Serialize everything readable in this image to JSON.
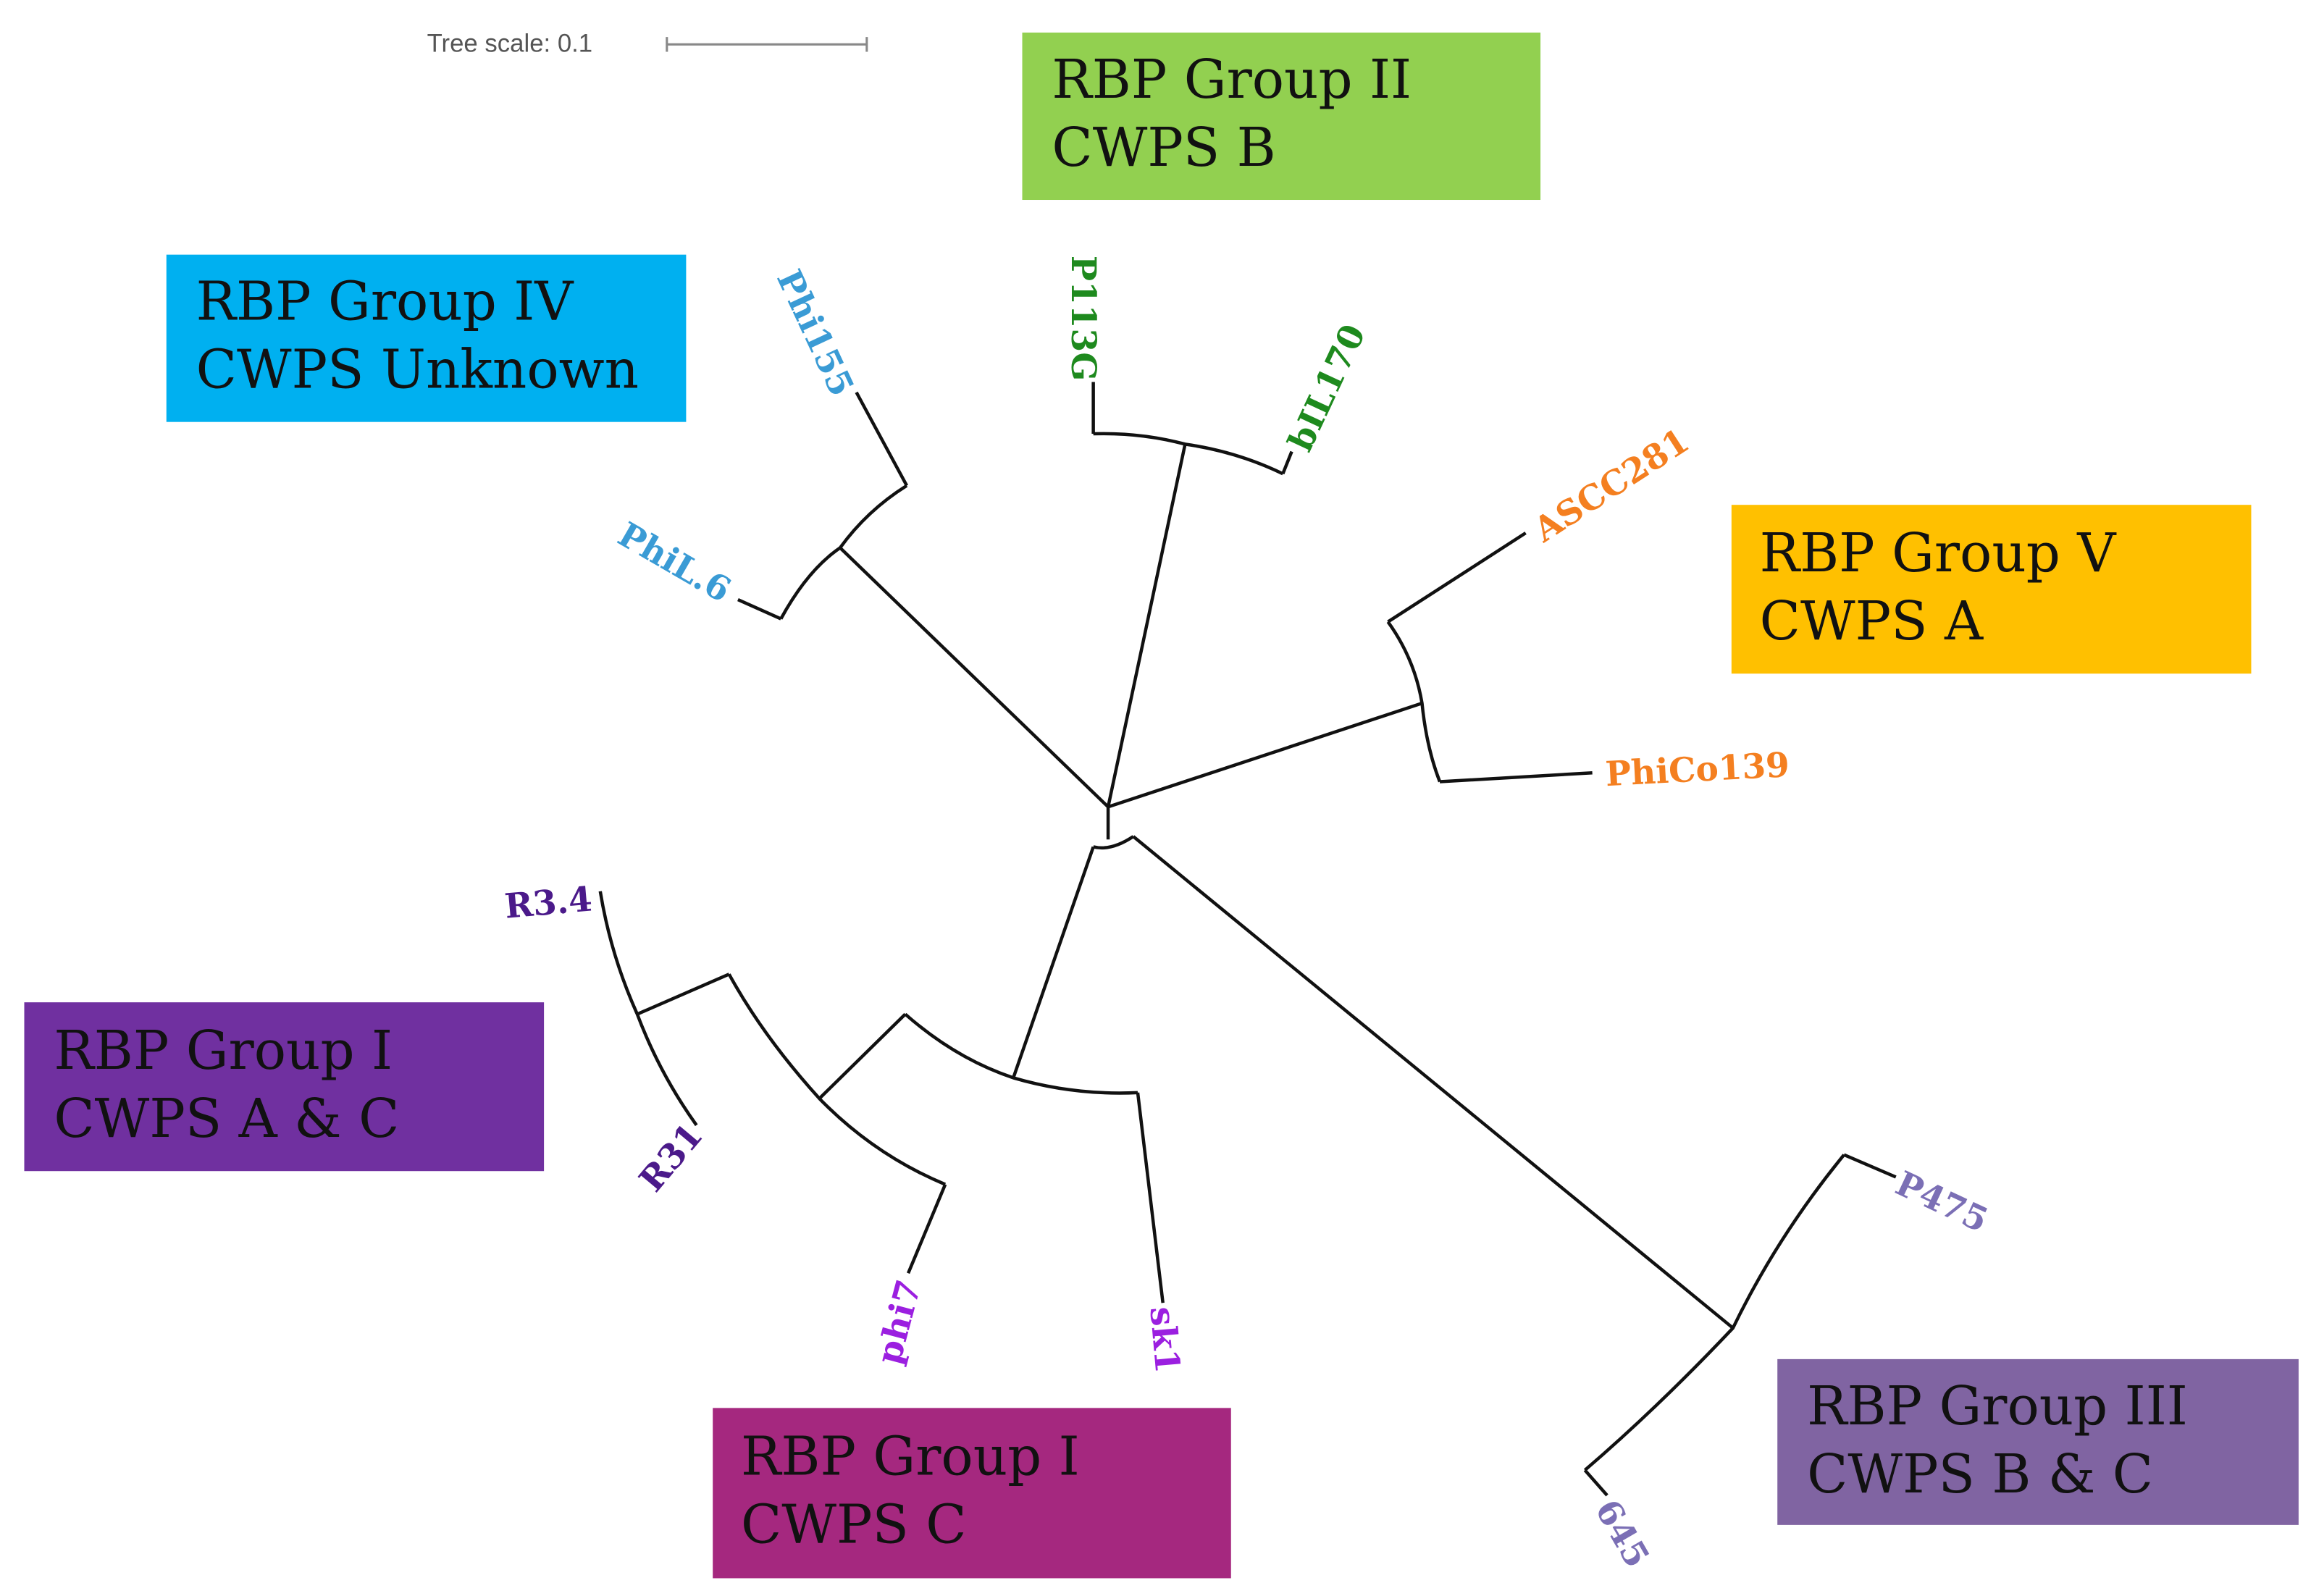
{
  "tree_scale": {
    "label": "Tree scale: 0.1",
    "value": 0.1
  },
  "groups": [
    {
      "line1": "RBP Group II",
      "line2": "CWPS B",
      "color": "#92d050"
    },
    {
      "line1": "RBP Group IV",
      "line2": "CWPS Unknown",
      "color": "#00b0f0"
    },
    {
      "line1": "RBP Group V",
      "line2": "CWPS A",
      "color": "#ffc000"
    },
    {
      "line1": "RBP Group I",
      "line2": "CWPS A & C",
      "color": "#7030a0"
    },
    {
      "line1": "RBP Group I",
      "line2": "CWPS C",
      "color": "#a5287f"
    },
    {
      "line1": "RBP Group III",
      "line2": "CWPS B & C",
      "color": "#8064a2"
    }
  ],
  "leaves": [
    {
      "name": "Phi155",
      "color": "#3a9bd5"
    },
    {
      "name": "PhiL.6",
      "color": "#3a9bd5"
    },
    {
      "name": "P113G",
      "color": "#1e8a1e"
    },
    {
      "name": "bIL170",
      "color": "#1e8a1e"
    },
    {
      "name": "ASCC281",
      "color": "#f47f20"
    },
    {
      "name": "PhiCo139",
      "color": "#f47f20"
    },
    {
      "name": "R3.4",
      "color": "#4b1a8a"
    },
    {
      "name": "R31",
      "color": "#4b1a8a"
    },
    {
      "name": "phi7",
      "color": "#9b1fe0"
    },
    {
      "name": "sk1",
      "color": "#9b1fe0"
    },
    {
      "name": "P475",
      "color": "#7b6fb5"
    },
    {
      "name": "645",
      "color": "#7b6fb5"
    }
  ]
}
